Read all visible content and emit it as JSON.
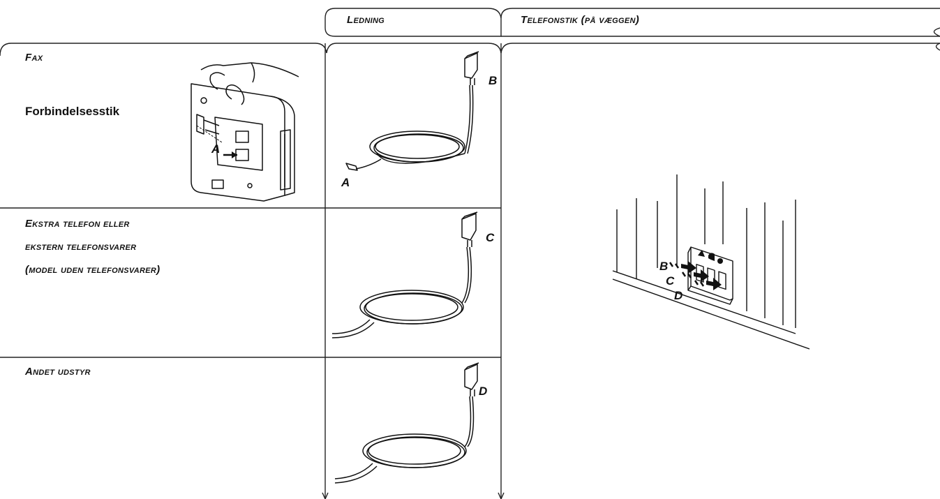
{
  "header": {
    "col_cord": "Ledning",
    "col_wall": "Telefonstik (på væggen)"
  },
  "rows": [
    {
      "title": "Fax",
      "subtitle": "Forbindelsesstik"
    },
    {
      "title_lines": [
        "Ekstra telefon eller",
        "ekstern telefonsvarer",
        "(model uden telefonsvarer)"
      ]
    },
    {
      "title": "Andet udstyr"
    }
  ],
  "labels": {
    "fax_port": "A",
    "cord1_plug": "B",
    "cord1_jack": "A",
    "cord2_plug": "C",
    "cord3_plug": "D",
    "wall_b": "B",
    "wall_c": "C",
    "wall_d": "D"
  },
  "colors": {
    "line": "#111111",
    "background": "#ffffff"
  }
}
